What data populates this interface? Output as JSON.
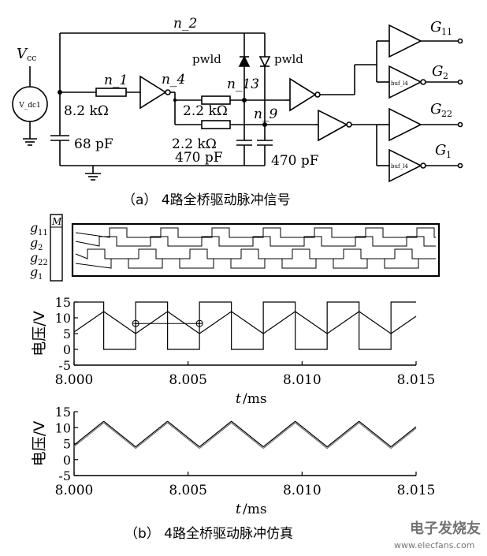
{
  "circuit": {
    "vcc_label": "V",
    "vcc_sub": "cc",
    "source_label": "V_dc1",
    "nodes": {
      "n1": "n_1",
      "n2": "n_2",
      "n4": "n_4",
      "n13": "n_13",
      "n9": "n_9"
    },
    "resistors": {
      "r1": "8.2 kΩ",
      "r2": "2.2 kΩ",
      "r3": "2.2 kΩ"
    },
    "capacitors": {
      "c1": "68 pF",
      "c2": "470 pF",
      "c3": "470 pF"
    },
    "diodes": {
      "d1": "pwld",
      "d2": "pwld"
    },
    "buffers": {
      "b1": "buf_l4",
      "b2": "buf_l4"
    },
    "outputs": [
      {
        "main": "G",
        "sub": "11"
      },
      {
        "main": "G",
        "sub": "2"
      },
      {
        "main": "G",
        "sub": "22"
      },
      {
        "main": "G",
        "sub": "1"
      }
    ],
    "caption": "（a） 4路全桥驱动脉冲信号"
  },
  "digital": {
    "box_label": "M",
    "signals": [
      {
        "main": "g",
        "sub": "11"
      },
      {
        "main": "g",
        "sub": "2"
      },
      {
        "main": "g",
        "sub": "22"
      },
      {
        "main": "g",
        "sub": "1"
      }
    ]
  },
  "chart_data": [
    {
      "type": "line",
      "ylabel": "电压/V",
      "xlabel_main": "t",
      "xlabel_unit": "/ms",
      "xlim": [
        8.0,
        8.015
      ],
      "ylim": [
        -5,
        15
      ],
      "yticks": [
        "-5",
        "0",
        "5",
        "10",
        "15"
      ],
      "xticks": [
        "8.000",
        "8.005",
        "8.010",
        "8.015"
      ],
      "period_ms": 0.0028,
      "series": [
        {
          "kind": "square",
          "low": 0,
          "high": 15,
          "first_fall_ms": 8.0013,
          "duty": 0.5
        },
        {
          "kind": "triangle",
          "low": 5,
          "high": 12,
          "first_peak_ms": 8.0013
        }
      ],
      "cursors": [
        {
          "x": 8.0027,
          "y": 8.2
        },
        {
          "x": 8.0055,
          "y": 8.2
        }
      ]
    },
    {
      "type": "line",
      "ylabel": "电压/V",
      "xlabel_main": "t",
      "xlabel_unit": "/ms",
      "xlim": [
        8.0,
        8.015
      ],
      "ylim": [
        -5,
        15
      ],
      "yticks": [
        "-5",
        "0",
        "5",
        "10",
        "15"
      ],
      "xticks": [
        "8.000",
        "8.005",
        "8.010",
        "8.015"
      ],
      "period_ms": 0.0028,
      "series": [
        {
          "kind": "triangle",
          "low": 4,
          "high": 12,
          "first_peak_ms": 8.0013
        },
        {
          "kind": "triangle",
          "low": 3.5,
          "high": 11.5,
          "first_peak_ms": 8.0013
        }
      ]
    }
  ],
  "caption_b": "（b） 4路全桥驱动脉冲仿真",
  "watermark": {
    "brand": "电子发烧友",
    "url": "www.elecfans.com"
  }
}
